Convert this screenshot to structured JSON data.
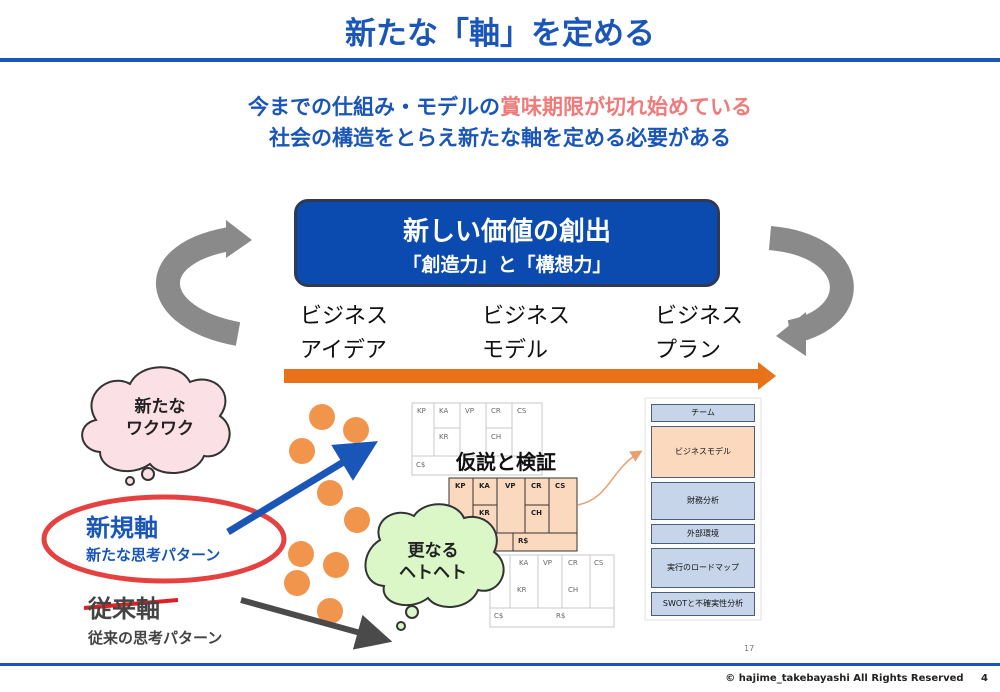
{
  "title": "新たな「軸」を定める",
  "subtitle": {
    "line1_a": "今までの仕組み・モデルの",
    "line1_highlight": "賞味期限が切れ始めている",
    "line2": "社会の構造をとらえ新たな軸を定める必要がある"
  },
  "value_box": {
    "title": "新しい価値の創出",
    "subtitle": "「創造力」と「構想力」"
  },
  "stages": [
    {
      "line1": "ビジネス",
      "line2": "アイデア"
    },
    {
      "line1": "ビジネス",
      "line2": "モデル"
    },
    {
      "line1": "ビジネス",
      "line2": "プラン"
    }
  ],
  "cloud_excite": {
    "line1": "新たな",
    "line2": "ワクワク"
  },
  "cloud_struggle": {
    "line1": "更なる",
    "line2": "ヘトヘト"
  },
  "axis_new": {
    "label": "新規軸",
    "sub": "新たな思考パターン"
  },
  "axis_old": {
    "label": "従来軸",
    "sub": "従来の思考パターン"
  },
  "hypothesis": "仮説と検証",
  "canvas_cells": [
    "KP",
    "KA",
    "VP",
    "CR",
    "CS",
    "KR",
    "CH",
    "C$",
    "R$"
  ],
  "canvas_cells_front": [
    "KP",
    "KA",
    "VP",
    "CR",
    "CS",
    "KR",
    "CH",
    "R$"
  ],
  "plan_items": [
    "チーム",
    "ビジネスモデル",
    "財務分析",
    "外部環境",
    "実行のロードマップ",
    "SWOTと不確実性分析"
  ],
  "page_num_small": "17",
  "footer": {
    "copyright": "© hajime_takebayashi All Rights Reserved",
    "page": "4"
  },
  "colors": {
    "blue": "#1a56b8",
    "highlight": "#f07a7a",
    "orange": "#e8711a",
    "dots": "#f08a3a",
    "cloud_pink": "#fbe0e6",
    "cloud_green": "#dbf7c8"
  }
}
